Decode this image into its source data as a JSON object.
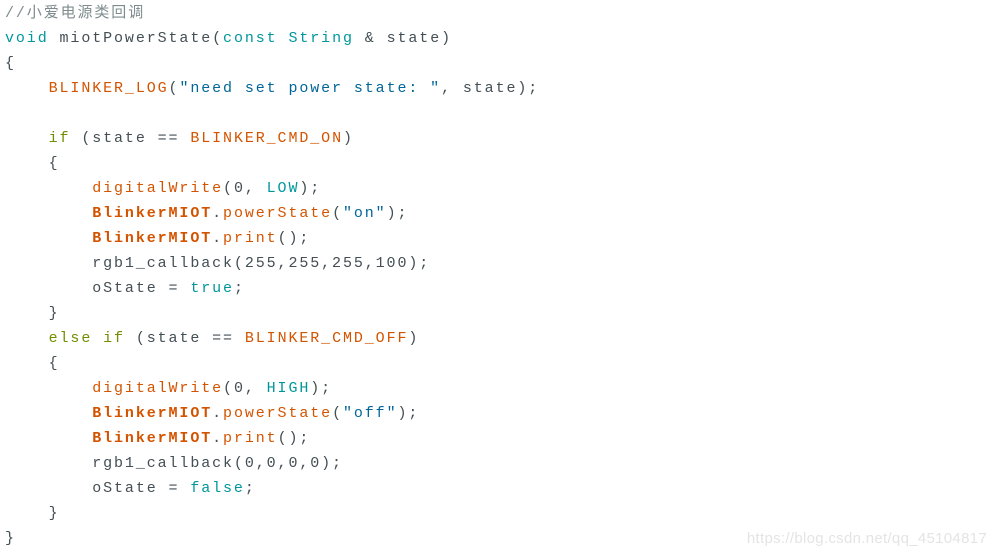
{
  "watermark": {
    "text": "https://blog.csdn.net/qq_45104817"
  },
  "colors": {
    "background": "#FFFFFF",
    "plain": "#434F54",
    "comment": "#7E8C8D",
    "keyword_type": "#00979C",
    "keyword_structure": "#728E00",
    "function": "#D35400",
    "class_name": "#D35400",
    "string": "#006699",
    "literal": "#00979C",
    "watermark": "#E4E4E4"
  },
  "code": {
    "language": "arduino-cpp",
    "lines": [
      {
        "tokens": [
          [
            "comment",
            "//小爱电源类回调"
          ]
        ]
      },
      {
        "tokens": [
          [
            "keyword_type",
            "void"
          ],
          [
            "plain",
            " miotPowerState("
          ],
          [
            "keyword_type",
            "const"
          ],
          [
            "plain",
            " "
          ],
          [
            "keyword_type",
            "String"
          ],
          [
            "plain",
            " & state)"
          ]
        ]
      },
      {
        "tokens": [
          [
            "plain",
            "{"
          ]
        ]
      },
      {
        "tokens": [
          [
            "plain",
            "    "
          ],
          [
            "function",
            "BLINKER_LOG"
          ],
          [
            "plain",
            "("
          ],
          [
            "string",
            "\"need set power state: \""
          ],
          [
            "plain",
            ", state);"
          ]
        ]
      },
      {
        "tokens": []
      },
      {
        "tokens": [
          [
            "plain",
            "    "
          ],
          [
            "keyword_structure",
            "if"
          ],
          [
            "plain",
            " (state == "
          ],
          [
            "function",
            "BLINKER_CMD_ON"
          ],
          [
            "plain",
            ")"
          ]
        ]
      },
      {
        "tokens": [
          [
            "plain",
            "    {"
          ]
        ]
      },
      {
        "tokens": [
          [
            "plain",
            "        "
          ],
          [
            "function",
            "digitalWrite"
          ],
          [
            "plain",
            "(0, "
          ],
          [
            "literal",
            "LOW"
          ],
          [
            "plain",
            ");"
          ]
        ]
      },
      {
        "tokens": [
          [
            "plain",
            "        "
          ],
          [
            "class_name",
            "BlinkerMIOT"
          ],
          [
            "plain",
            "."
          ],
          [
            "function",
            "powerState"
          ],
          [
            "plain",
            "("
          ],
          [
            "string",
            "\"on\""
          ],
          [
            "plain",
            ");"
          ]
        ]
      },
      {
        "tokens": [
          [
            "plain",
            "        "
          ],
          [
            "class_name",
            "BlinkerMIOT"
          ],
          [
            "plain",
            "."
          ],
          [
            "function",
            "print"
          ],
          [
            "plain",
            "();"
          ]
        ]
      },
      {
        "tokens": [
          [
            "plain",
            "        rgb1_callback(255,255,255,100);"
          ]
        ]
      },
      {
        "tokens": [
          [
            "plain",
            "        oState = "
          ],
          [
            "literal",
            "true"
          ],
          [
            "plain",
            ";"
          ]
        ]
      },
      {
        "tokens": [
          [
            "plain",
            "    }"
          ]
        ]
      },
      {
        "tokens": [
          [
            "plain",
            "    "
          ],
          [
            "keyword_structure",
            "else"
          ],
          [
            "plain",
            " "
          ],
          [
            "keyword_structure",
            "if"
          ],
          [
            "plain",
            " (state == "
          ],
          [
            "function",
            "BLINKER_CMD_OFF"
          ],
          [
            "plain",
            ")"
          ]
        ]
      },
      {
        "tokens": [
          [
            "plain",
            "    {"
          ]
        ]
      },
      {
        "tokens": [
          [
            "plain",
            "        "
          ],
          [
            "function",
            "digitalWrite"
          ],
          [
            "plain",
            "(0, "
          ],
          [
            "literal",
            "HIGH"
          ],
          [
            "plain",
            ");"
          ]
        ]
      },
      {
        "tokens": [
          [
            "plain",
            "        "
          ],
          [
            "class_name",
            "BlinkerMIOT"
          ],
          [
            "plain",
            "."
          ],
          [
            "function",
            "powerState"
          ],
          [
            "plain",
            "("
          ],
          [
            "string",
            "\"off\""
          ],
          [
            "plain",
            ");"
          ]
        ]
      },
      {
        "tokens": [
          [
            "plain",
            "        "
          ],
          [
            "class_name",
            "BlinkerMIOT"
          ],
          [
            "plain",
            "."
          ],
          [
            "function",
            "print"
          ],
          [
            "plain",
            "();"
          ]
        ]
      },
      {
        "tokens": [
          [
            "plain",
            "        rgb1_callback(0,0,0,0);"
          ]
        ]
      },
      {
        "tokens": [
          [
            "plain",
            "        oState = "
          ],
          [
            "literal",
            "false"
          ],
          [
            "plain",
            ";"
          ]
        ]
      },
      {
        "tokens": [
          [
            "plain",
            "    }"
          ]
        ]
      },
      {
        "tokens": [
          [
            "plain",
            "}"
          ]
        ]
      }
    ]
  }
}
